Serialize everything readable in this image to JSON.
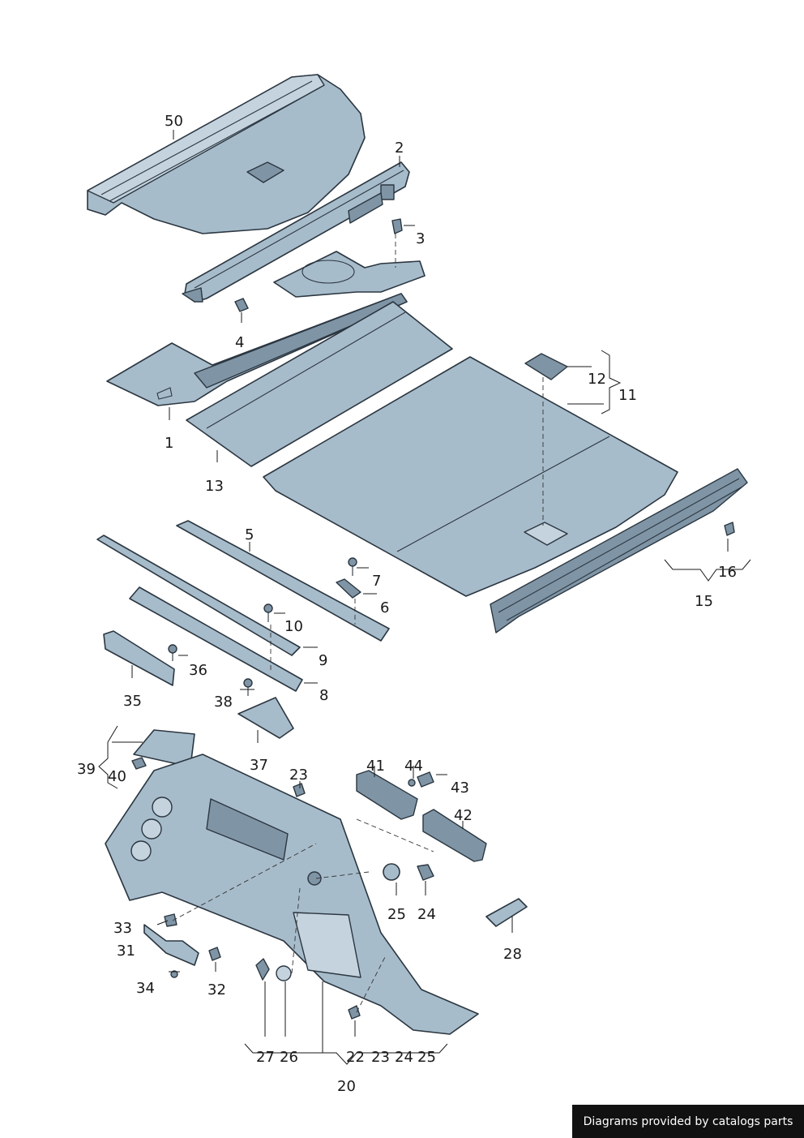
{
  "callouts": {
    "c50": "50",
    "c2": "2",
    "c3": "3",
    "c4": "4",
    "c1": "1",
    "c13": "13",
    "c12": "12",
    "c11": "11",
    "c5": "5",
    "c7": "7",
    "c6": "6",
    "c10": "10",
    "c9": "9",
    "c8": "8",
    "c36": "36",
    "c35": "35",
    "c38": "38",
    "c37": "37",
    "c16": "16",
    "c15": "15",
    "c39": "39",
    "c40": "40",
    "c23a": "23",
    "c41": "41",
    "c44": "44",
    "c43": "43",
    "c42": "42",
    "c25a": "25",
    "c24a": "24",
    "c28": "28",
    "c33": "33",
    "c31": "31",
    "c34": "34",
    "c32": "32",
    "c27": "27",
    "c26": "26",
    "c22": "22",
    "c23b": "23",
    "c24b": "24",
    "c25b": "25",
    "c20": "20"
  },
  "footer": {
    "text": "Diagrams provided by catalogs parts"
  },
  "colors": {
    "part_fill": "#a7bccb",
    "outline": "#2b3640",
    "footer_bg": "#111111"
  }
}
